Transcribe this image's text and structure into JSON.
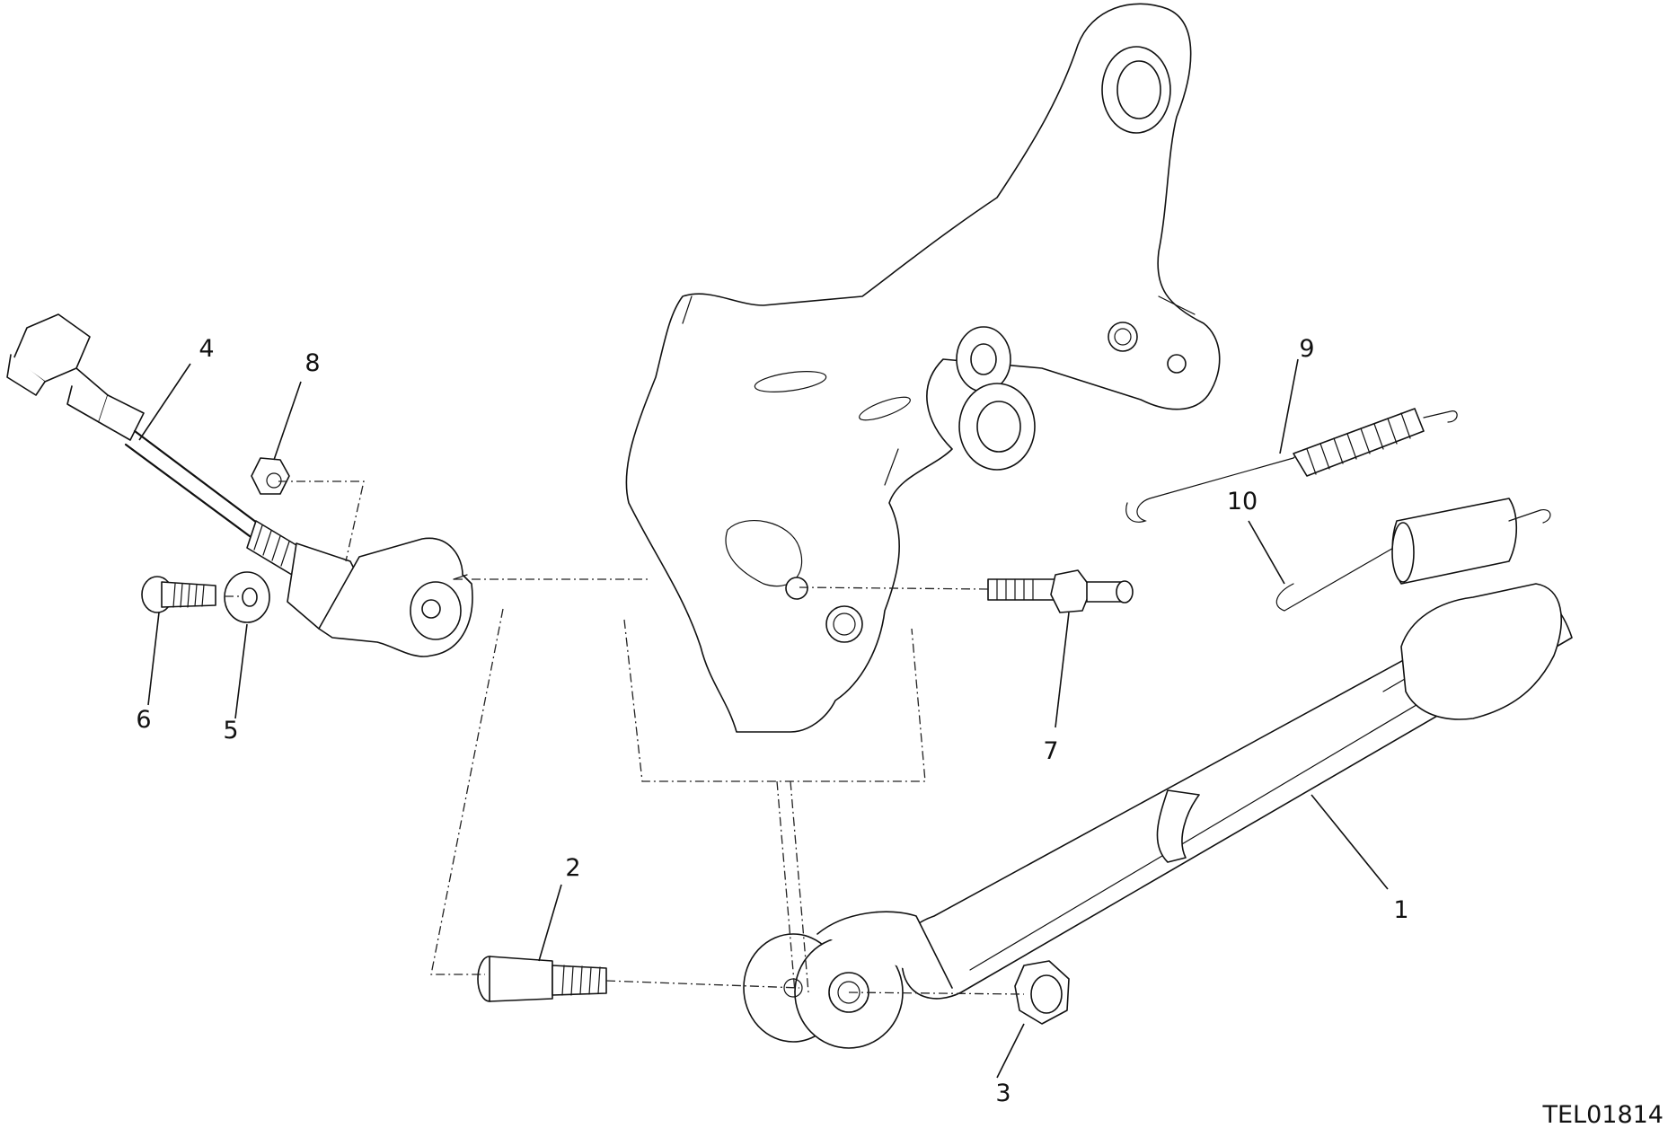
{
  "diagram": {
    "reference_code": "TEL01814",
    "callouts": {
      "c1": "1",
      "c2": "2",
      "c3": "3",
      "c4": "4",
      "c5": "5",
      "c6": "6",
      "c7": "7",
      "c8": "8",
      "c9": "9",
      "c10": "10"
    },
    "colors": {
      "line": "#111111",
      "background": "#ffffff"
    }
  }
}
